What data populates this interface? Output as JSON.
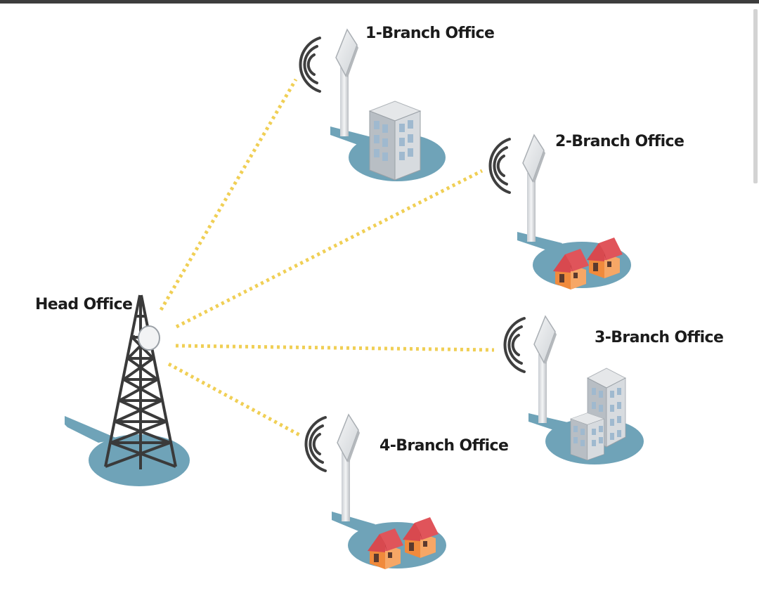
{
  "colors": {
    "wireless_link": "#f0cf55",
    "ground_pad": "#6fa3b8",
    "label_text": "#1c1c1c",
    "tower_steel": "#3a3a3a",
    "roof": "#e0545a",
    "wall": "#f08a3c"
  },
  "icons": {
    "hub": "radio-tower-icon",
    "antenna": "panel-antenna-icon",
    "signal": "wifi-signal-icon",
    "office_tower": "office-building-icon",
    "houses": "houses-icon"
  },
  "diagram": {
    "hub": {
      "label": "Head Office"
    },
    "branches": [
      {
        "label": "1-Branch Office"
      },
      {
        "label": "2-Branch Office"
      },
      {
        "label": "3-Branch Office"
      },
      {
        "label": "4-Branch Office"
      }
    ]
  }
}
